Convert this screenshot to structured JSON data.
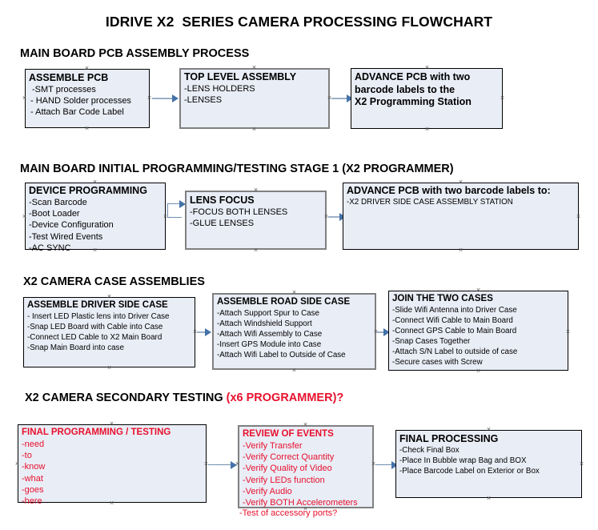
{
  "document": {
    "title": "IDRIVE X2  SERIES CAMERA PROCESSING FLOWCHART"
  },
  "sections": [
    {
      "heading": "MAIN BOARD PCB ASSEMBLY PROCESS",
      "accent": ""
    },
    {
      "heading": "MAIN BOARD INITIAL PROGRAMMING/TESTING STAGE 1 (X2 PROGRAMMER)",
      "accent": ""
    },
    {
      "heading": "X2 CAMERA CASE ASSEMBLIES",
      "accent": ""
    },
    {
      "heading": "X2 CAMERA SECONDARY TESTING ",
      "accent": "(x6 PROGRAMMER)?"
    }
  ],
  "boxes": {
    "assemble_pcb": {
      "title": "ASSEMBLE PCB",
      "lines": [
        "-SMT processes",
        "- HAND Solder processes",
        "- Attach Bar Code Label"
      ]
    },
    "top_level_assembly": {
      "title": "TOP LEVEL ASSEMBLY",
      "lines": [
        "-LENS HOLDERS",
        "-LENSES"
      ]
    },
    "advance_pcb_station": {
      "line1": "ADVANCE PCB with two",
      "line2": "barcode labels to the",
      "line3": " X2 Programming Station"
    },
    "device_programming": {
      "title": "DEVICE PROGRAMMING",
      "lines": [
        "-Scan Barcode",
        "-Boot Loader",
        "-Device Configuration",
        "-Test Wired Events",
        "-AC SYNC"
      ]
    },
    "lens_focus": {
      "title": "LENS FOCUS",
      "lines": [
        "-FOCUS BOTH LENSES",
        "-GLUE LENSES"
      ]
    },
    "advance_pcb_labels": {
      "title": "ADVANCE PCB with two barcode labels to:",
      "lines": [
        "-X2 DRIVER  SIDE  CASE  ASSEMBLY STATION"
      ]
    },
    "driver_side_case": {
      "title": "ASSEMBLE DRIVER SIDE CASE",
      "lines": [
        "- Insert LED Plastic lens into Driver Case",
        "-Snap LED Board with Cable into Case",
        "-Connect LED Cable to X2 Main Board",
        "-Snap Main Board into case"
      ]
    },
    "road_side_case": {
      "title": "ASSEMBLE ROAD SIDE CASE",
      "lines": [
        "-Attach Support Spur to Case",
        "-Attach Windshield Support",
        "-Attach Wifi Assembly to Case",
        "-Insert GPS Module into Case",
        "-Attach Wifi Label to Outside of Case"
      ]
    },
    "join_two_cases": {
      "title": "JOIN THE TWO CASES",
      "lines": [
        "-Slide Wifi Antenna into Driver Case",
        "-Connect Wifi Cable to Main Board",
        "-Connect GPS Cable to Main Board",
        "-Snap Cases Together",
        "-Attach S/N Label to outside of case",
        "-Secure cases with Screw"
      ]
    },
    "final_programming": {
      "title": "FINAL PROGRAMMING / TESTING",
      "lines": [
        "-need",
        "-to",
        "-know",
        "-what",
        "-goes",
        "-here"
      ]
    },
    "review_of_events": {
      "title": "REVIEW OF EVENTS",
      "lines": [
        "-Verify Transfer",
        "-Verify Correct Quantity",
        "-Verify Quality of Video",
        "-Verify LEDs function",
        "-Verify Audio",
        "-Verify BOTH Accelerometers"
      ],
      "overflow_line": "-Test of accessory ports?"
    },
    "final_processing": {
      "title": "FINAL PROCESSING",
      "lines": [
        " -Check Final Box",
        "-Place In Bubble wrap Bag and BOX",
        "-Place Barcode Label on Exterior or Box"
      ]
    }
  },
  "colors": {
    "box_fill": "#e9edf6",
    "box_border": "#000000",
    "box_border_gray": "#808080",
    "accent_red": "#e8112d",
    "connector": "#9bb0c9",
    "connector_head": "#4472a8",
    "text": "#000000"
  }
}
